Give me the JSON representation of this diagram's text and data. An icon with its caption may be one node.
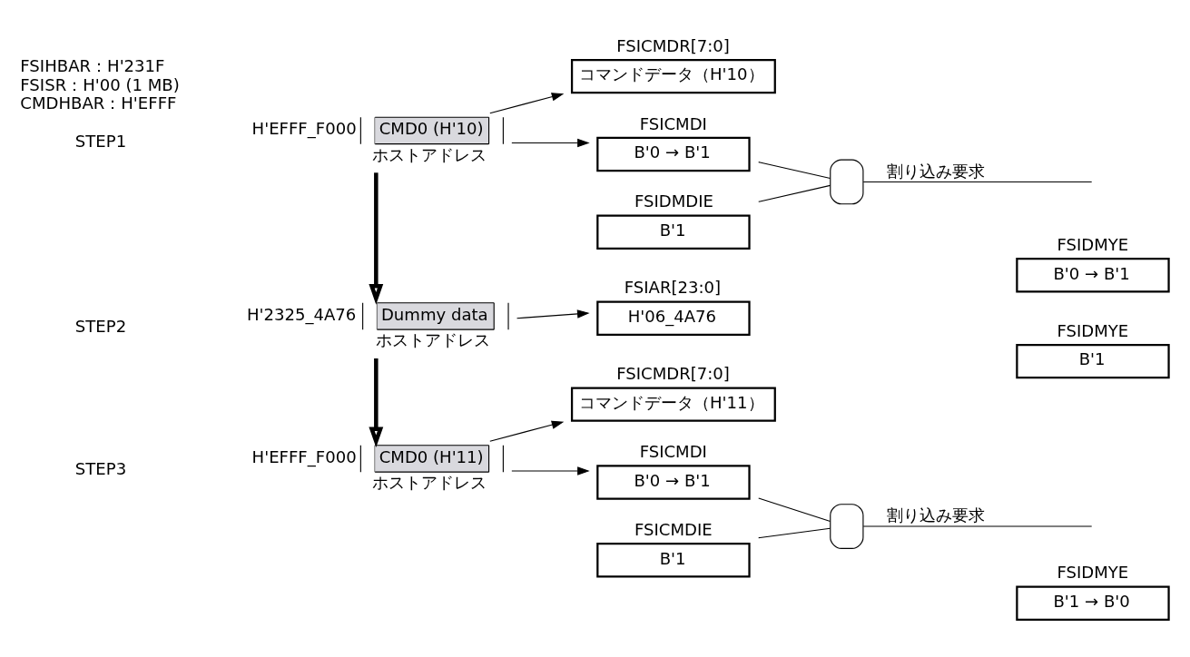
{
  "diagram": {
    "nodes": [
      {
        "text": [
          "CMD0 (H'10)"
        ],
        "beside": [
          "H'EFFF_F000",
          "ホストアドレス"
        ]
      },
      {
        "text": [
          "FSICMDR[7:0]",
          "コマンドデータ（H'10）"
        ]
      },
      {
        "text": [
          "FSICMDI",
          "B'0 → B'1"
        ]
      },
      {
        "text": [
          "FSIDMDIE",
          "B'1"
        ]
      },
      {
        "text": [],
        "shape": "gate"
      },
      {
        "text": [
          "FSIDMYE",
          "B'0 → B'1"
        ]
      },
      {
        "text": [
          "Dummy data"
        ],
        "beside": [
          "H'2325_4A76",
          "ホストアドレス"
        ]
      },
      {
        "text": [
          "FSIAR[23:0]",
          "H'06_4A76"
        ]
      },
      {
        "text": [
          "FSIDMYE",
          "B'1"
        ]
      },
      {
        "text": [
          "CMD0 (H'11)"
        ],
        "beside": [
          "H'EFFF_F000",
          "ホストアドレス"
        ]
      },
      {
        "text": [
          "FSICMDR[7:0]",
          "コマンドデータ（H'11）"
        ]
      },
      {
        "text": [
          "FSICMDI",
          "B'0 → B'1"
        ]
      },
      {
        "text": [
          "FSICMDIE",
          "B'1"
        ]
      },
      {
        "text": [],
        "shape": "gate"
      },
      {
        "text": [
          "FSIDMYE",
          "B'1 → B'0"
        ]
      }
    ],
    "edges": [
      {
        "from": 0,
        "to": 1,
        "arrow": "to"
      },
      {
        "from": 0,
        "to": 2,
        "arrow": "to"
      },
      {
        "from": 2,
        "to": 4,
        "arrow": "none"
      },
      {
        "from": 3,
        "to": 4,
        "arrow": "none"
      },
      {
        "from": 4,
        "to": null,
        "arrow": "none",
        "label": "割り込み要求"
      },
      {
        "from": 0,
        "to": 6,
        "arrow": "to",
        "style": "thick"
      },
      {
        "from": 6,
        "to": 7,
        "arrow": "to"
      },
      {
        "from": 6,
        "to": 9,
        "arrow": "to",
        "style": "thick"
      },
      {
        "from": 9,
        "to": 10,
        "arrow": "to"
      },
      {
        "from": 9,
        "to": 11,
        "arrow": "to"
      },
      {
        "from": 11,
        "to": 13,
        "arrow": "none"
      },
      {
        "from": 12,
        "to": 13,
        "arrow": "none"
      },
      {
        "from": 13,
        "to": null,
        "arrow": "none",
        "label": "割り込み要求"
      }
    ],
    "labels": [
      "FSIHBAR：H'231F",
      "FSISR：H'00 (1 MB)",
      "CMDHBAR：H'EFFF",
      "STEP1",
      "STEP2",
      "STEP3"
    ]
  }
}
